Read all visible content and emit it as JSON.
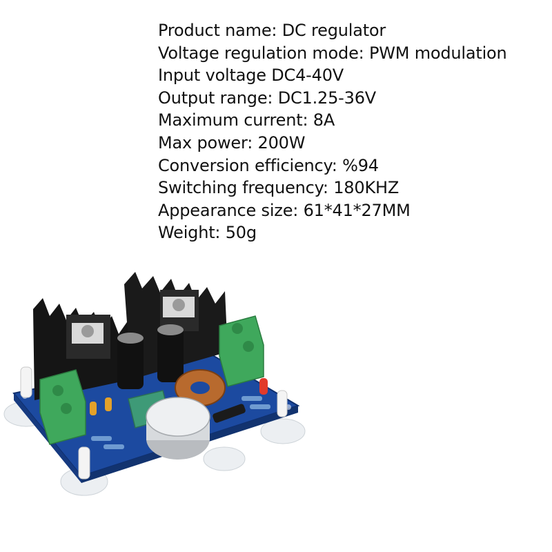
{
  "specs": [
    "Product name: DC regulator",
    "Voltage regulation mode: PWM modulation",
    "Input voltage DC4-40V",
    "Output range: DC1.25-36V",
    "Maximum current: 8A",
    "Max power: 200W",
    "Conversion efficiency: %94",
    "Switching frequency: 180KHZ",
    "Appearance size: 61*41*27MM",
    "Weight: 50g"
  ],
  "colors": {
    "pcb": "#1c4aa0",
    "heatsink": "#151515",
    "terminal": "#3fa85c",
    "copper": "#b86a2e",
    "text": "#111111"
  }
}
